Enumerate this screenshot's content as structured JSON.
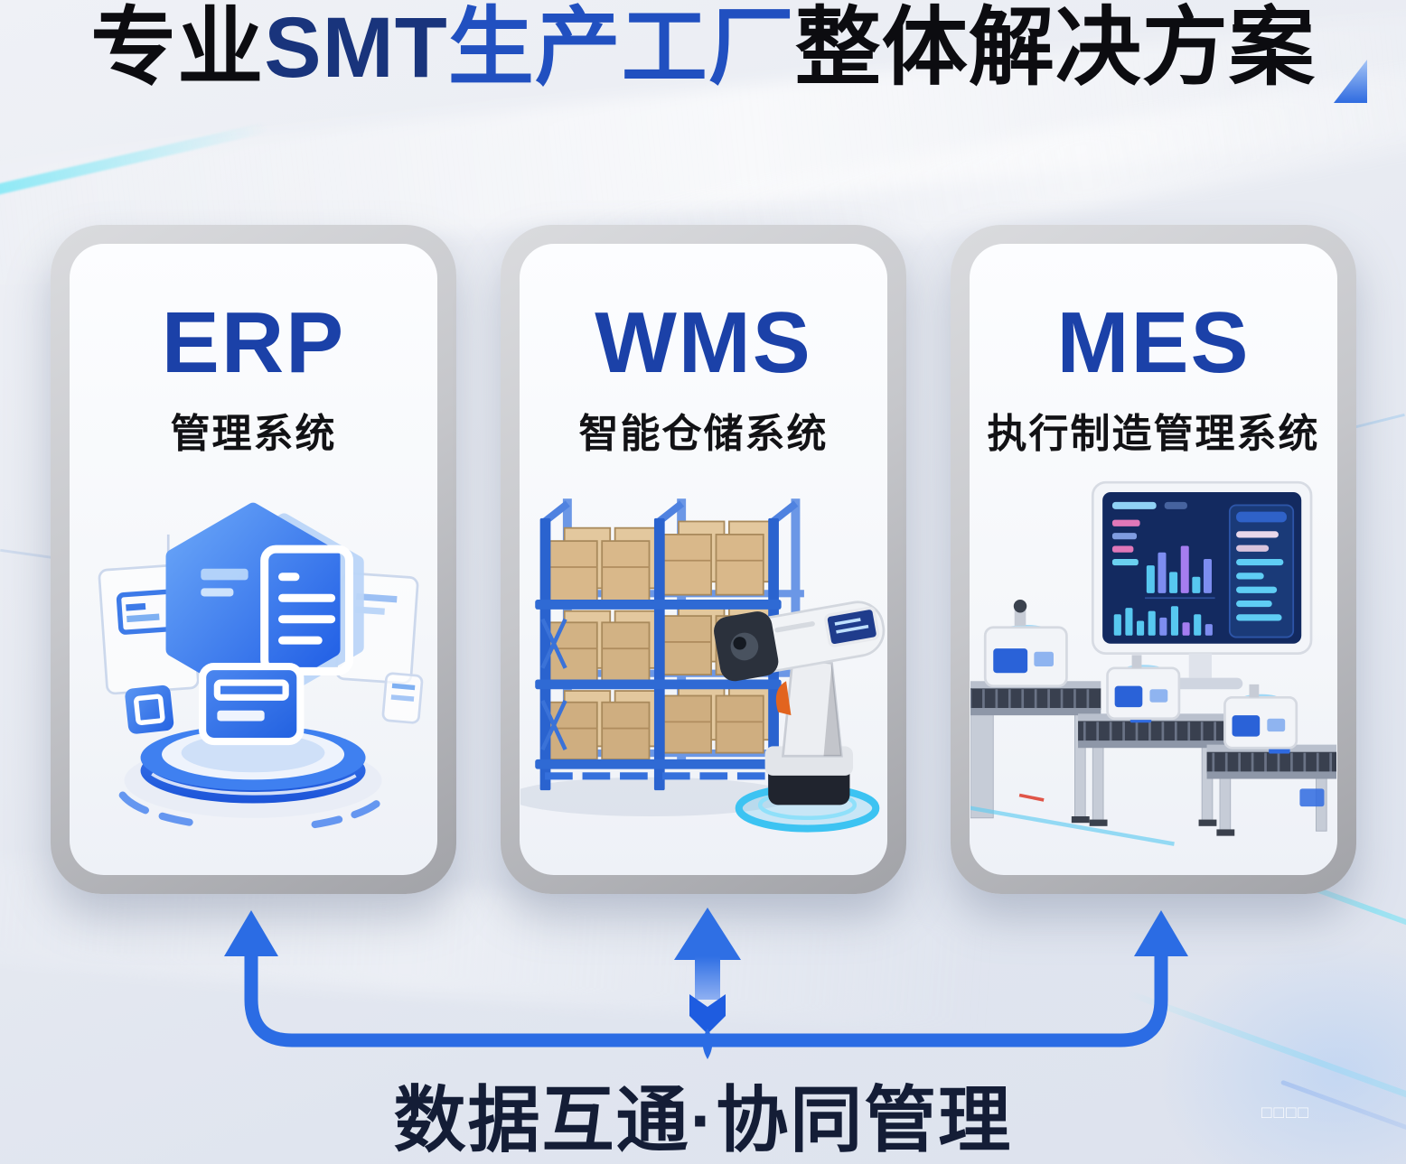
{
  "title": {
    "seg1": "专业",
    "seg2": "SMT",
    "seg3": "生产工厂",
    "seg4": "整体解决方案"
  },
  "cards": [
    {
      "acronym": "ERP",
      "subtitle": "管理系统",
      "icon": "erp-platform-illustration"
    },
    {
      "acronym": "WMS",
      "subtitle": "智能仓储系统",
      "icon": "warehouse-rack-scanner-illustration"
    },
    {
      "acronym": "MES",
      "subtitle": "执行制造管理系统",
      "icon": "production-line-dashboard-illustration"
    }
  ],
  "connector": {
    "icon": "three-up-arrows-bracket"
  },
  "footer": {
    "label": "数据互通·协同管理"
  },
  "watermark": {
    "text": "□□□□"
  },
  "colors": {
    "accent_blue": "#2b6ce4",
    "title_black": "#0c0c10",
    "title_navy": "#19347c",
    "title_blue": "#2150c0",
    "acronym_blue": "#1b41a8",
    "footer_navy": "#141d36",
    "card_frame_gray": "#b4b5b9",
    "card_face_white": "#f7f8fb",
    "cyan_glow": "#7de6f5",
    "box_kraft": "#d9b88a",
    "rack_blue": "#2f6ad4",
    "screen_navy": "#132a60"
  }
}
